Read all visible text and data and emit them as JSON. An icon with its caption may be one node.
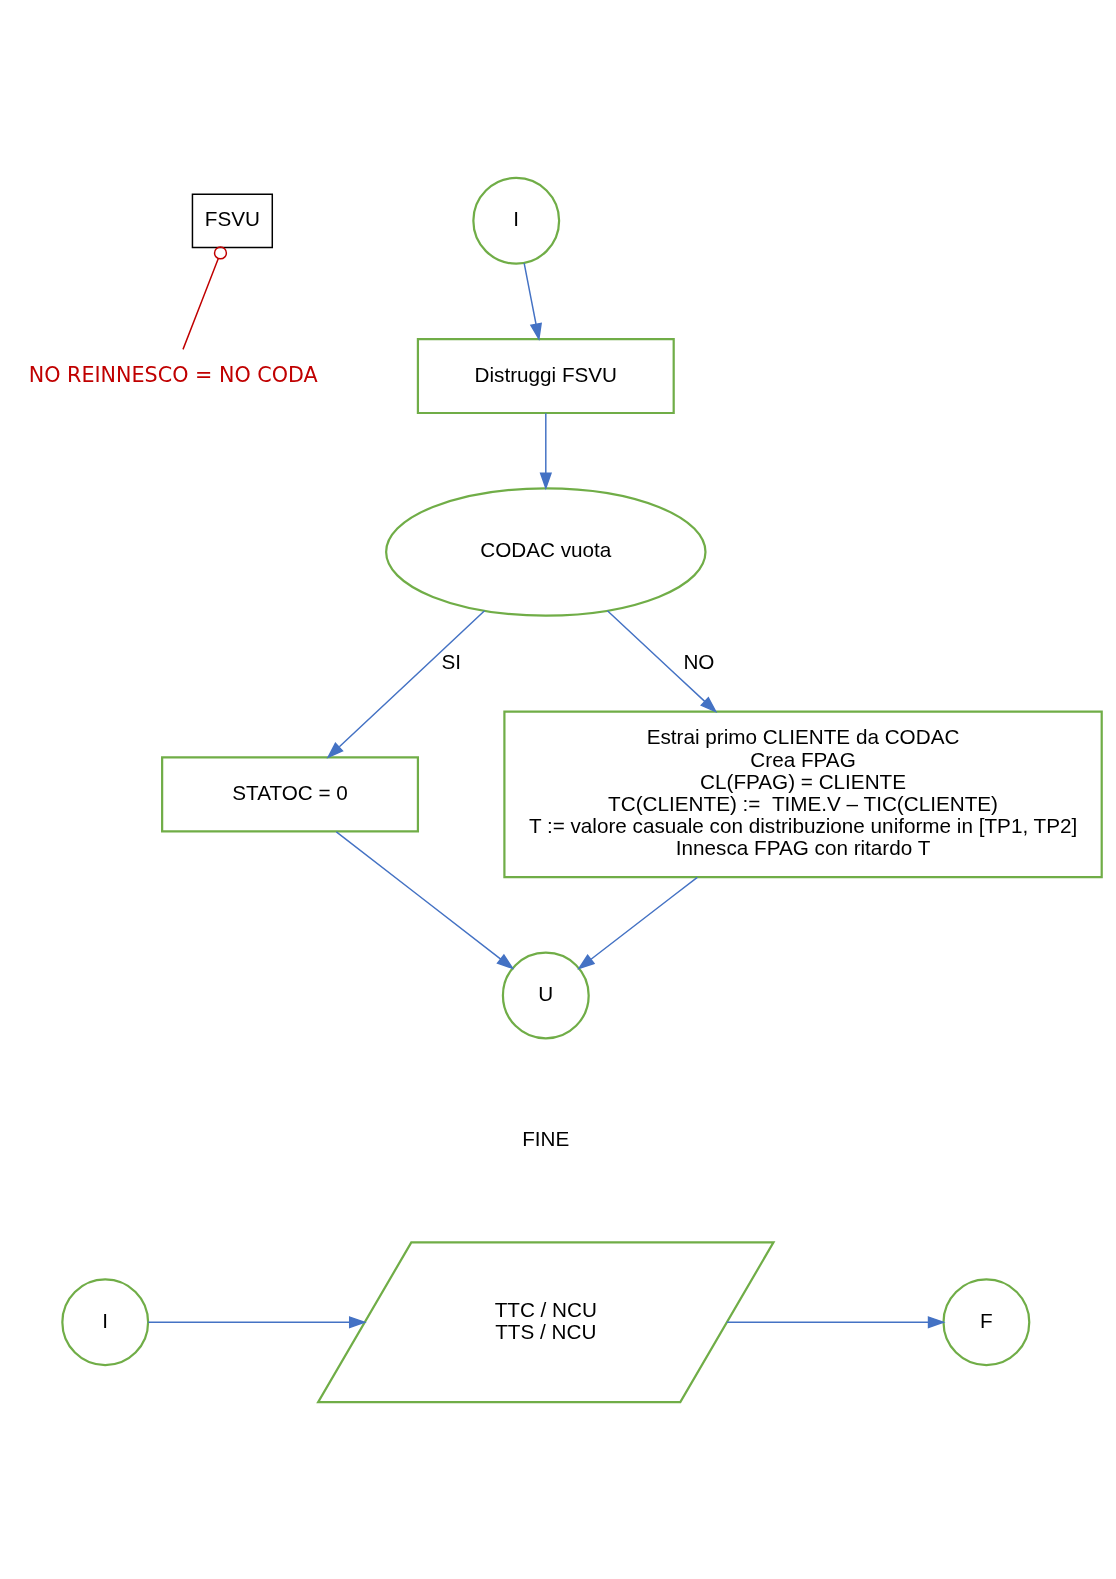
{
  "diagram": {
    "nodes": [
      {
        "text": [
          "FSVU"
        ]
      },
      {
        "text": [
          "NO REINNESCO = NO CODA"
        ]
      },
      {
        "text": [
          "I"
        ]
      },
      {
        "text": [
          "Distruggi FSVU"
        ]
      },
      {
        "text": [
          "CODAC vuota"
        ]
      },
      {
        "text": [
          "STATOC = 0"
        ]
      },
      {
        "text": [
          "Estrai primo CLIENTE da CODAC",
          "Crea FPAG",
          "CL(FPAG) = CLIENTE",
          "TC(CLIENTE) :=  TIME.V – TIC(CLIENTE)",
          "T := valore casuale con distribuzione uniforme in [TP1, TP2]",
          "Innesca FPAG con ritardo T"
        ]
      },
      {
        "text": [
          "U"
        ]
      },
      {
        "text": [
          "I"
        ]
      },
      {
        "text": [
          "TTC / NCU",
          "TTS / NCU"
        ]
      },
      {
        "text": [
          "F"
        ]
      }
    ],
    "edges": [
      {
        "from": 1,
        "to": 0,
        "arrow": "other",
        "color": "#c00000"
      },
      {
        "from": 2,
        "to": 3,
        "arrow": "to"
      },
      {
        "from": 3,
        "to": 4,
        "arrow": "to"
      },
      {
        "from": 4,
        "to": 5,
        "arrow": "to",
        "label": "SI"
      },
      {
        "from": 4,
        "to": 6,
        "arrow": "to",
        "label": "NO"
      },
      {
        "from": 5,
        "to": 7,
        "arrow": "to"
      },
      {
        "from": 6,
        "to": 7,
        "arrow": "to"
      },
      {
        "from": 8,
        "to": 9,
        "arrow": "to"
      },
      {
        "from": 9,
        "to": 10,
        "arrow": "to"
      }
    ],
    "labels": [
      "FINE"
    ]
  }
}
